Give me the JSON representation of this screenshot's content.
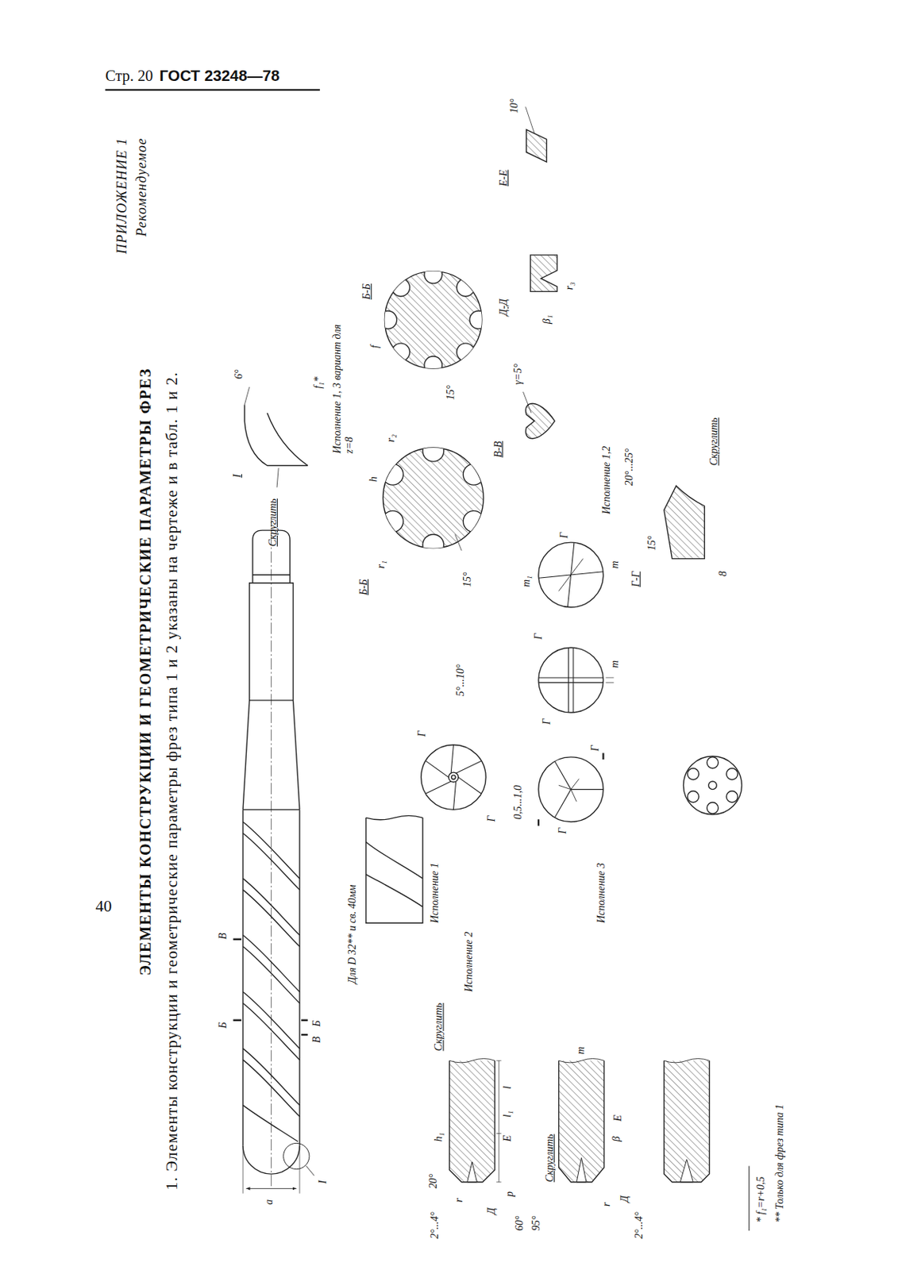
{
  "diagram": {
    "title": "ЭЛЕМЕНТЫ КОНСТРУКЦИИ И ГЕОМЕТРИЧЕСКИЕ ПАРАМЕТРЫ ФРЕЗ",
    "labels": [
      "Стр. 20",
      "ГОСТ 23248—78",
      "40",
      "ПРИЛОЖЕНИЕ 1",
      "Рекомендуемое",
      "1. Элементы конструкции и геометрические параметры фрез типа 1 и 2 указаны на чертеже и в табл. 1 и 2.",
      "I",
      "Скруглить",
      "6°",
      "f₁*",
      "Б",
      "В",
      "Б",
      "В",
      "a",
      "I",
      "Для D 32** и св. 40мм",
      "Исполнение 1",
      "Б-Б",
      "r₁",
      "h",
      "r₂",
      "15°",
      "Исполнение 1, 3 вариант для z=8",
      "Б-Б",
      "f",
      "15°",
      "В-В",
      "γ=5°",
      "Д-Д",
      "β₁",
      "r₃",
      "Е-Е",
      "10°",
      "Исполнение 1,2",
      "Г-Г",
      "15°",
      "20°...25°",
      "Скруглить",
      "8",
      "5°...10°",
      "Г",
      "Г",
      "Скруглить",
      "Исполнение 2",
      "0,5...1,0",
      "Г",
      "Г",
      "m",
      "Г",
      "Г",
      "m₁",
      "m",
      "Г",
      "Исполнение 3",
      "20°",
      "h₁",
      "2°...4°",
      "r",
      "p",
      "Д",
      "60°",
      "95°",
      "l₁",
      "l",
      "Е",
      "Скруглить",
      "r",
      "Д",
      "β",
      "Е",
      "2°...4°",
      "m",
      "* f₁=r+0,5",
      "** Только для фрез типа 1"
    ]
  }
}
